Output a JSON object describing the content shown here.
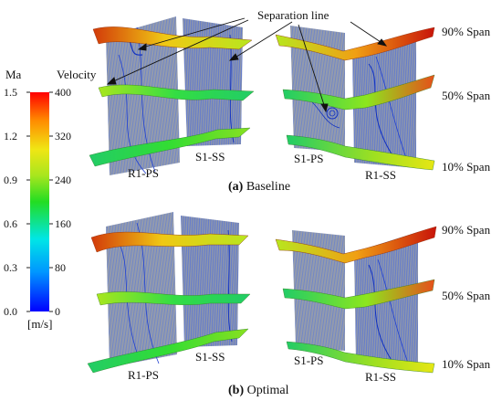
{
  "colorbar": {
    "ma_title": "Ma",
    "velocity_title": "Velocity",
    "unit": "[m/s]",
    "ma_ticks": [
      "1.5",
      "1.2",
      "0.9",
      "0.6",
      "0.3",
      "0.0"
    ],
    "velocity_ticks": [
      "400",
      "320",
      "240",
      "160",
      "80",
      "0"
    ],
    "colors": [
      "#0000ff",
      "#0096ff",
      "#00e6e6",
      "#22dd22",
      "#a8e61e",
      "#f0e614",
      "#ff8c00",
      "#ff0000"
    ]
  },
  "annotation": {
    "separation_line": "Separation line"
  },
  "spans": {
    "s90": "90% Span",
    "s50": "50% Span",
    "s10": "10% Span"
  },
  "panels": {
    "baseline": {
      "caption_letter": "(a)",
      "caption_text": "Baseline",
      "r1_ps": "R1-PS",
      "s1_ss": "S1-SS",
      "s1_ps": "S1-PS",
      "r1_ss": "R1-SS"
    },
    "optimal": {
      "caption_letter": "(b)",
      "caption_text": "Optimal",
      "r1_ps": "R1-PS",
      "s1_ss": "S1-SS",
      "s1_ps": "S1-PS",
      "r1_ss": "R1-SS"
    }
  }
}
